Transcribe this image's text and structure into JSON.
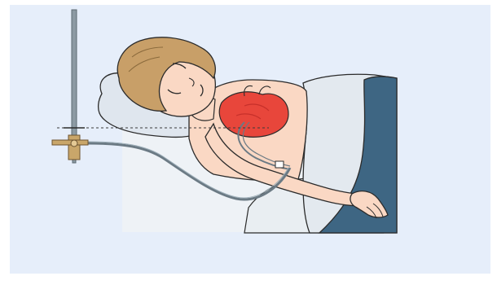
{
  "diagram": {
    "caption": "",
    "colors": {
      "background": "#e6eefa",
      "frame": "#ffffff",
      "pillow": "#dfe6ee",
      "skin": "#fad8c4",
      "hair": "#c89f68",
      "heart": "#e8463b",
      "heart_dark": "#c7302a",
      "blanket": "#3e6683",
      "sheet": "#e9eef2",
      "pole": "#8c9aa3",
      "tube": "#6b7a84",
      "gauge": "#c9a66a",
      "outline": "#2b2b2b"
    },
    "elements": {
      "pole": "infusion-pole",
      "manometer": "pressure-gauge",
      "catheter": "catheter-tube",
      "heart": "heart",
      "patient": "patient",
      "bed": "bed"
    }
  }
}
